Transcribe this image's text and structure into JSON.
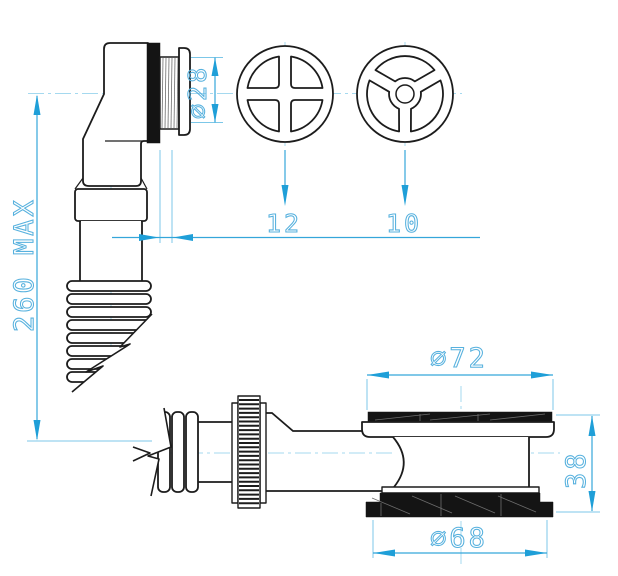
{
  "drawing": {
    "type": "technical-drawing",
    "subject": "sink drain elbow with corrugated hose and flanged outlet fitting",
    "colors": {
      "line": "#1c1c1c",
      "gasket_fill": "#141414",
      "dimension_line": "#35a6da",
      "dimension_arrow": "#1f9fd8",
      "dimension_text": "#57b1de",
      "centerline": "#a5d9ef",
      "background": "#ffffff"
    },
    "dimensions": {
      "max_length": "260 MAX",
      "outlet_thread_diameter": "⌀28",
      "cross_grate_value": "12",
      "wheel_grate_value": "10",
      "top_flange_diameter": "⌀72",
      "fitting_height": "38",
      "bottom_flange_diameter": "⌀68"
    }
  }
}
